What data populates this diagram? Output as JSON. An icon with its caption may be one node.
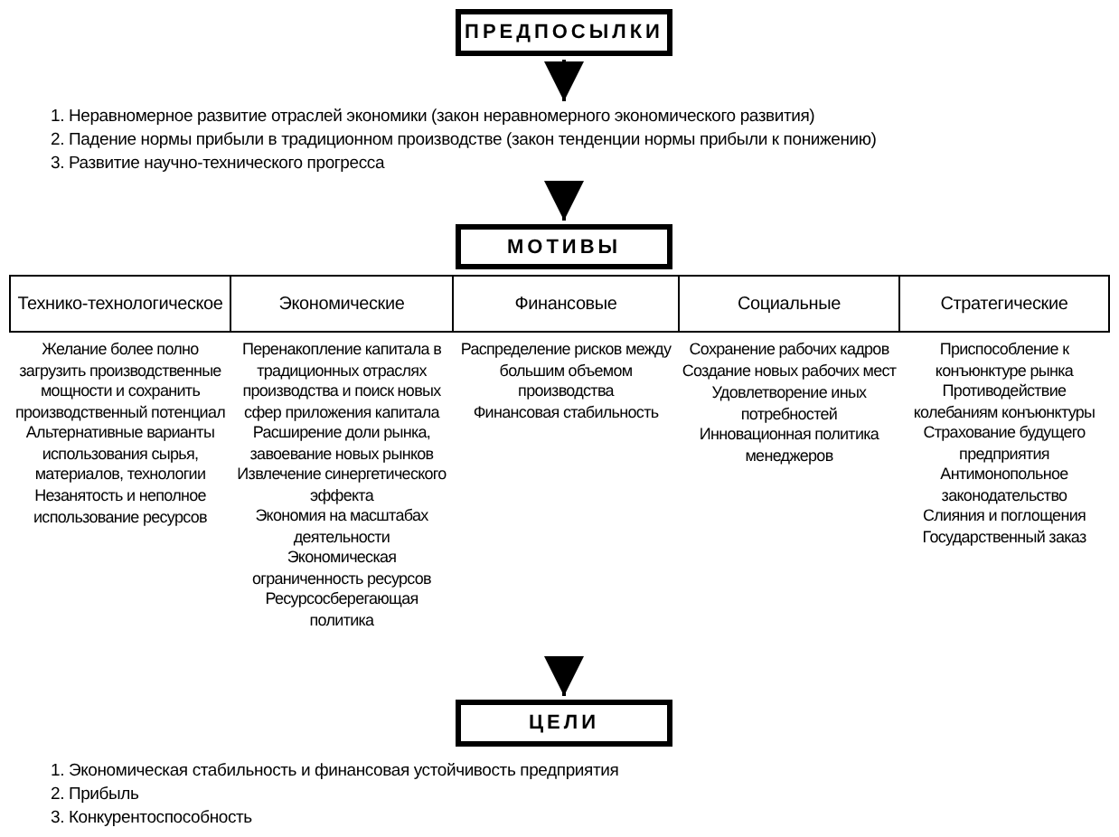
{
  "diagram": {
    "nodes": [
      {
        "text": [
          "ПРЕДПОСЫЛКИ"
        ]
      },
      {
        "text": [
          "1. Неравномерное развитие отраслей экономики (закон неравномерного экономического развития)",
          "2. Падение нормы прибыли в традиционном производстве (закон тенденции нормы прибыли к понижению)",
          "3. Развитие научно-технического прогресса"
        ]
      },
      {
        "text": [
          "МОТИВЫ"
        ]
      },
      {
        "text": [
          "Технико-технологическое"
        ],
        "beside": [
          "Желание более полно загрузить производственные мощности и сохранить производственный потенциал",
          "Альтернативные варианты использования сырья, материалов, технологии",
          "Незанятость и неполное использование ресурсов"
        ]
      },
      {
        "text": [
          "Экономические"
        ],
        "beside": [
          "Перенакопление капитала в традиционных отраслях производства и поиск новых сфер приложения капитала",
          "Расширение доли рынка, завоевание новых рынков",
          "Извлечение синергетического эффекта",
          "Экономия на масштабах деятельности",
          "Экономическая ограниченность ресурсов",
          "Ресурсосберегающая политика"
        ]
      },
      {
        "text": [
          "Финансовые"
        ],
        "beside": [
          "Распределение рисков между большим объемом производства",
          "Финансовая стабильность"
        ]
      },
      {
        "text": [
          "Социальные"
        ],
        "beside": [
          "Сохранение рабочих кадров",
          "Создание новых рабочих мест",
          "Удовлетворение иных потребностей",
          "Инновационная политика менеджеров"
        ]
      },
      {
        "text": [
          "Стратегические"
        ],
        "beside": [
          "Приспособление к конъюнктуре рынка",
          "Противодействие колебаниям конъюнктуры",
          "Страхование будущего предприятия",
          "Антимонопольное законодательство",
          "Слияния и поглощения",
          "Государственный заказ"
        ]
      },
      {
        "text": [
          "ЦЕЛИ"
        ]
      },
      {
        "text": [
          "1. Экономическая стабильность и финансовая устойчивость предприятия",
          "2. Прибыль",
          "3. Конкурентоспособность"
        ]
      }
    ],
    "edges": [
      {
        "from": 0,
        "to": 1,
        "arrow": "to"
      },
      {
        "from": 1,
        "to": 2,
        "arrow": "to"
      },
      {
        "from": null,
        "to": 8,
        "arrow": "to"
      }
    ]
  }
}
